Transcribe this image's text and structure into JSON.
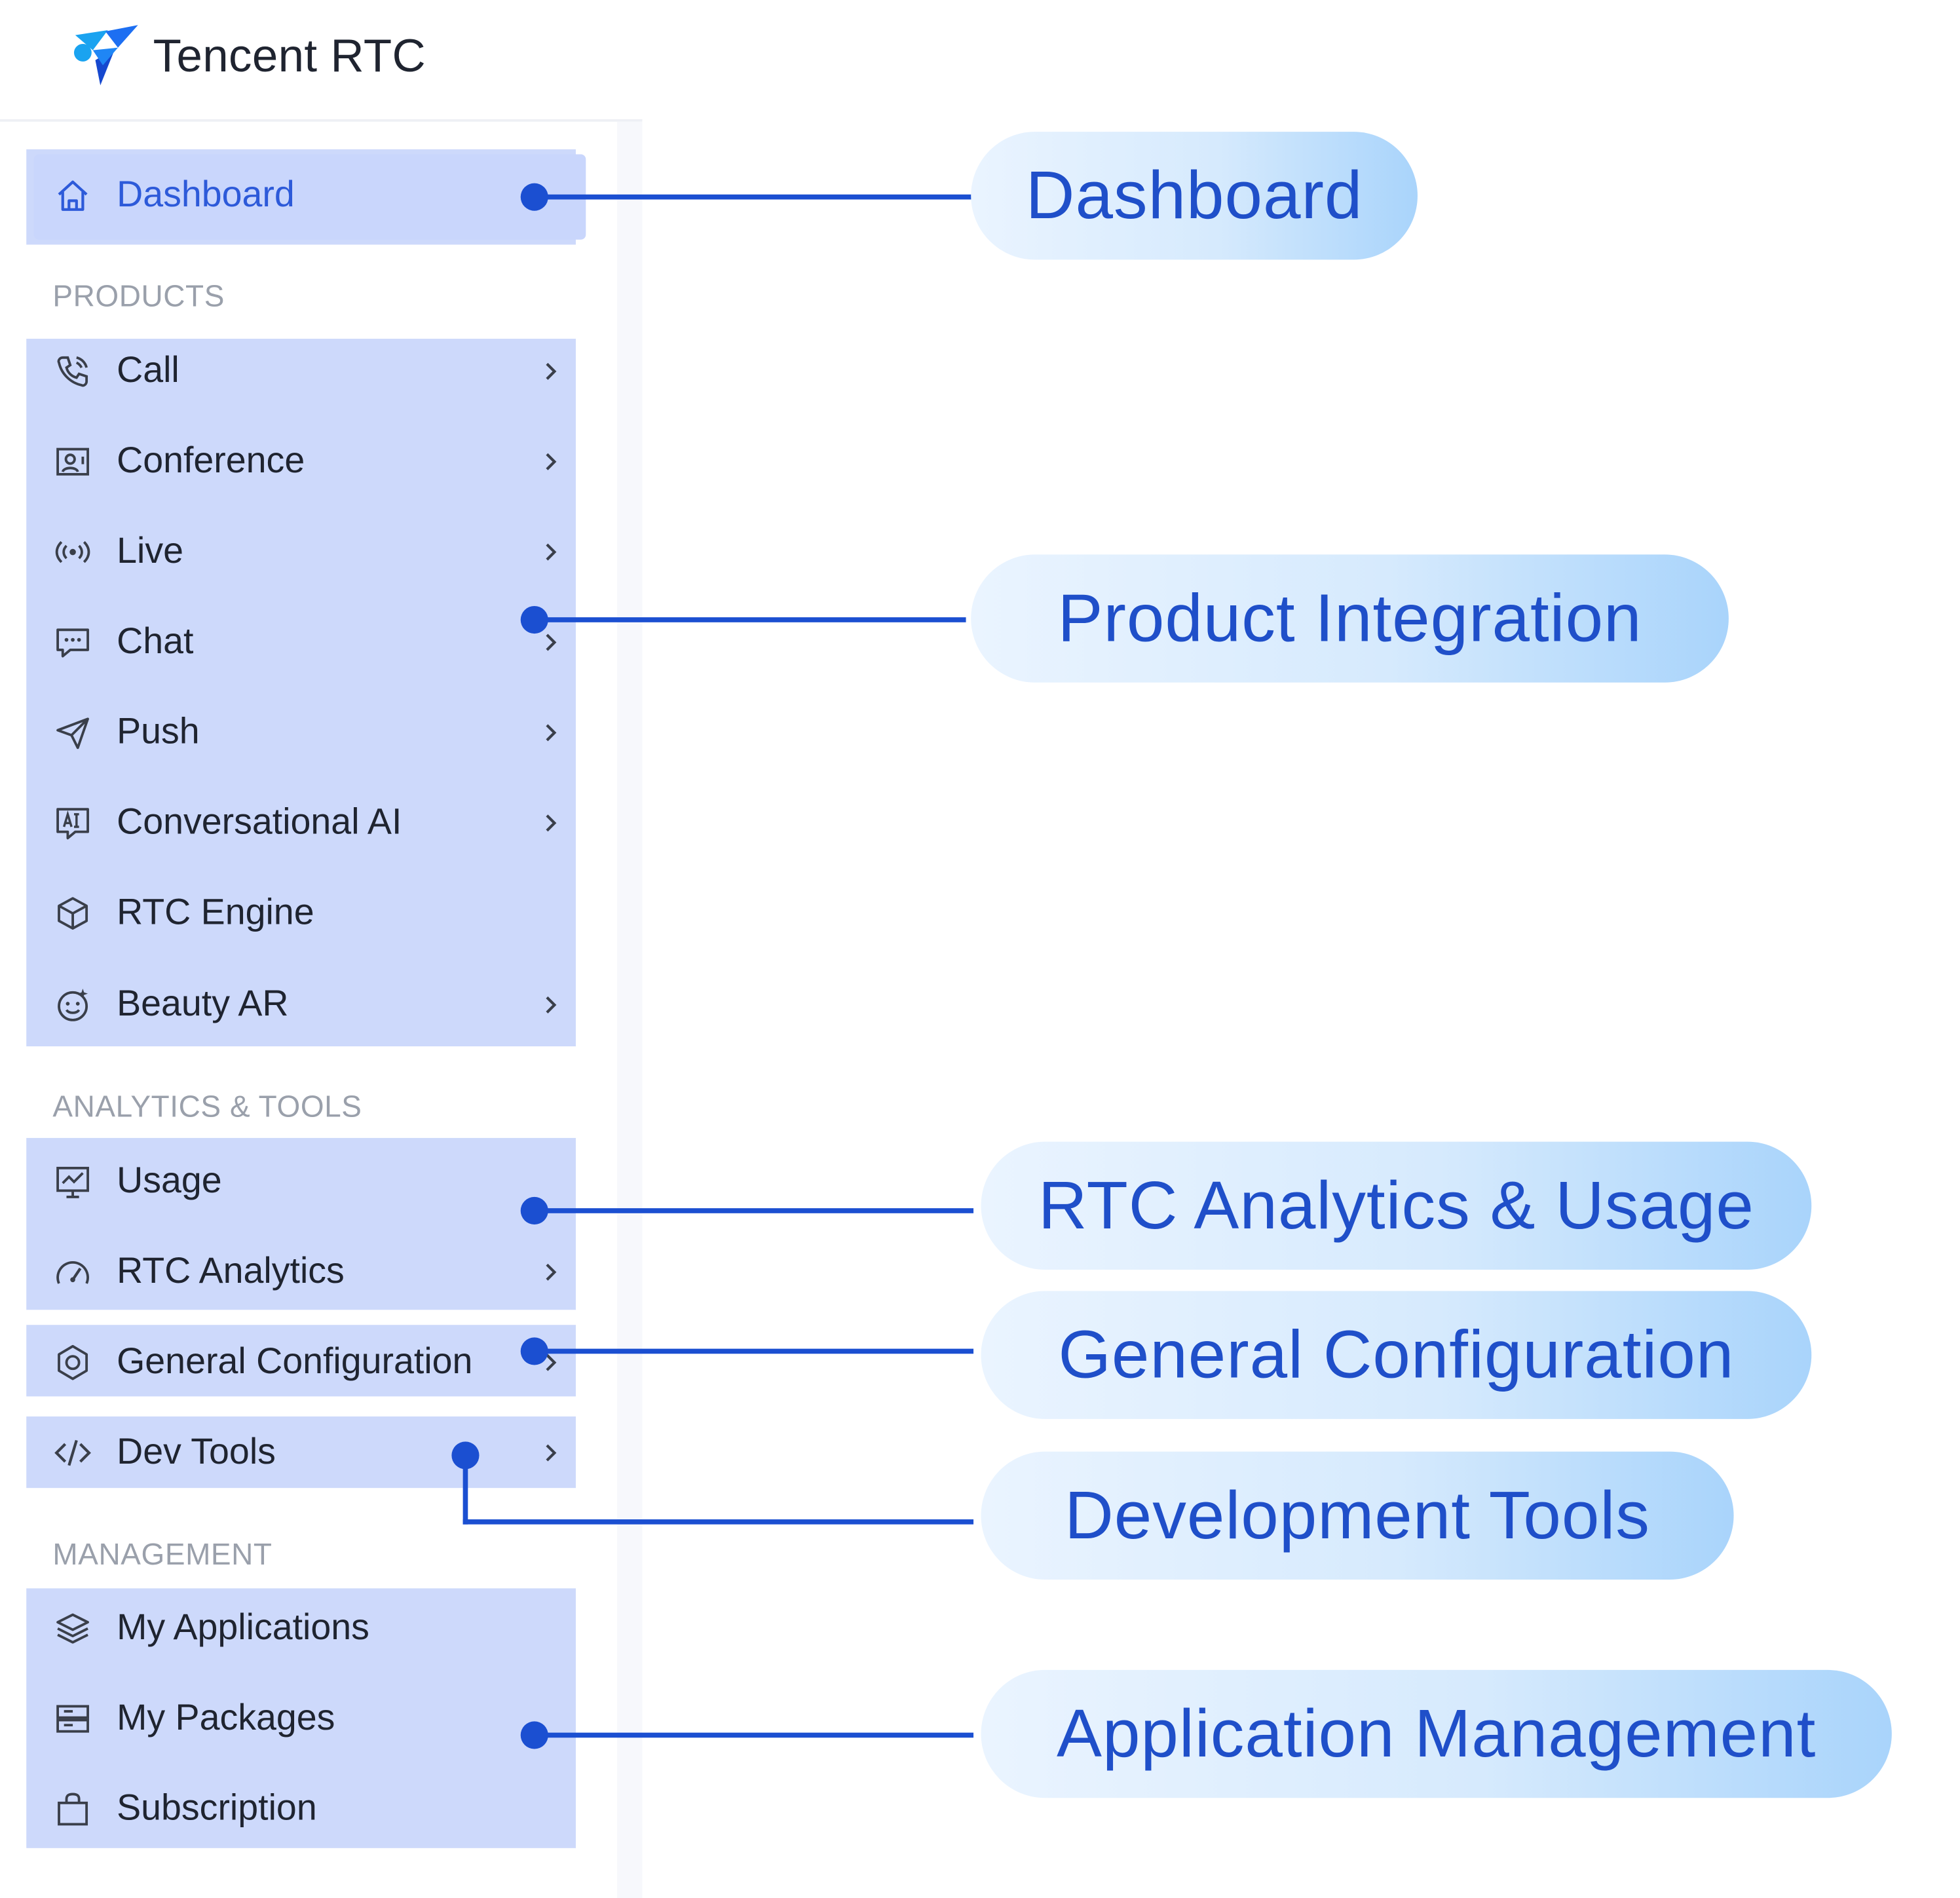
{
  "header": {
    "brand": "Tencent RTC"
  },
  "colors": {
    "accent": "#1b4fd1",
    "highlight": "#cdd9fb",
    "callout_text": "#1f4fc9"
  },
  "sidebar": {
    "dashboard": {
      "label": "Dashboard",
      "icon": "home-icon"
    },
    "products": {
      "title": "PRODUCTS",
      "items": [
        {
          "label": "Call",
          "icon": "phone-icon",
          "chevron": true
        },
        {
          "label": "Conference",
          "icon": "conference-icon",
          "chevron": true
        },
        {
          "label": "Live",
          "icon": "broadcast-icon",
          "chevron": true
        },
        {
          "label": "Chat",
          "icon": "chat-icon",
          "chevron": true
        },
        {
          "label": "Push",
          "icon": "send-icon",
          "chevron": true
        },
        {
          "label": "Conversational AI",
          "icon": "ai-icon",
          "chevron": true
        },
        {
          "label": "RTC Engine",
          "icon": "cube-icon",
          "chevron": false
        },
        {
          "label": "Beauty AR",
          "icon": "smile-icon",
          "chevron": true
        }
      ]
    },
    "analytics": {
      "title": "ANALYTICS & TOOLS",
      "items": [
        {
          "label": "Usage",
          "icon": "monitor-chart-icon",
          "chevron": false
        },
        {
          "label": "RTC Analytics",
          "icon": "gauge-icon",
          "chevron": true
        },
        {
          "label": "General Configuration",
          "icon": "settings-icon",
          "chevron": true
        },
        {
          "label": "Dev Tools",
          "icon": "code-icon",
          "chevron": true
        }
      ]
    },
    "management": {
      "title": "MANAGEMENT",
      "items": [
        {
          "label": "My Applications",
          "icon": "layers-icon",
          "chevron": false
        },
        {
          "label": "My Packages",
          "icon": "package-icon",
          "chevron": false
        },
        {
          "label": "Subscription",
          "icon": "bag-icon",
          "chevron": false
        }
      ]
    }
  },
  "callouts": {
    "dashboard": "Dashboard",
    "product_integration": "Product Integration",
    "analytics_usage": "RTC Analytics & Usage",
    "general_configuration": "General Configuration",
    "development_tools": "Development Tools",
    "application_management": "Application Management"
  }
}
